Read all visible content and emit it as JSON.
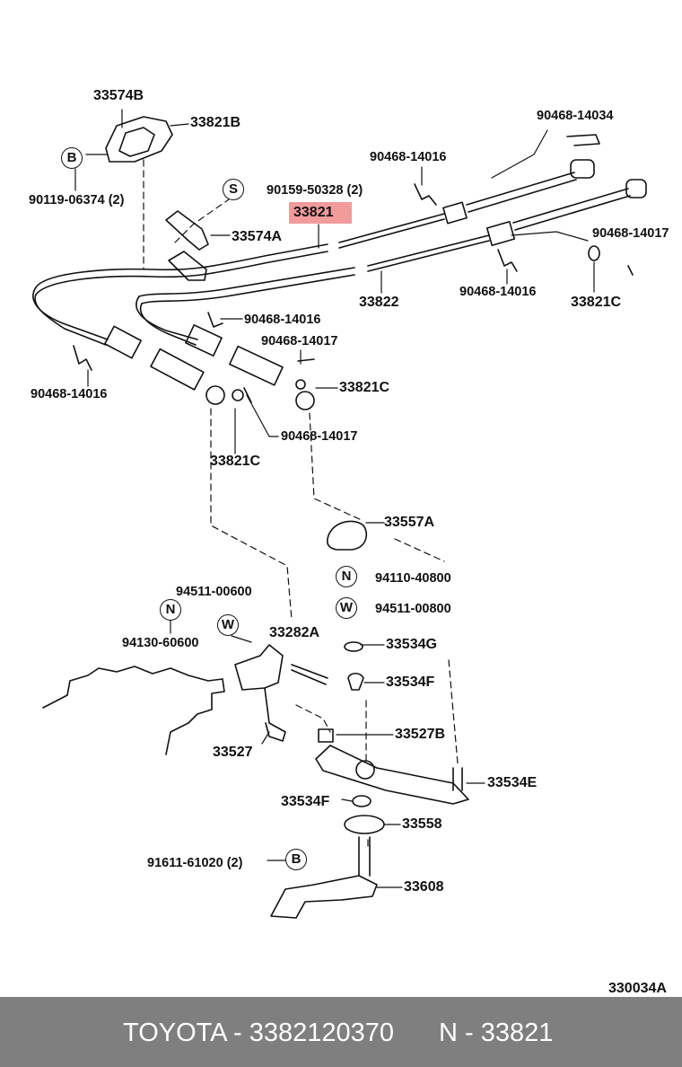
{
  "labels": {
    "p33574b": "33574B",
    "p33821b": "33821B",
    "p90468_14034": "90468-14034",
    "p90468_14016_top": "90468-14016",
    "p90119": "90119-06374 (2)",
    "p90159": "90159-50328 (2)",
    "p33821": "33821",
    "p33574a": "33574A",
    "p90468_14017_right": "90468-14017",
    "p33822": "33822",
    "p90468_14016_right": "90468-14016",
    "p33821c_right": "33821C",
    "p90468_14016_mid": "90468-14016",
    "p90468_14017_mid": "90468-14017",
    "p33821c_mid": "33821C",
    "p90468_14016_left": "90468-14016",
    "p90468_14017_low": "90468-14017",
    "p33821c_low": "33821C",
    "p33557a": "33557A",
    "p94110": "94110-40800",
    "p94511_00600": "94511-00600",
    "p94511_00800": "94511-00800",
    "p94130": "94130-60600",
    "p33282a": "33282A",
    "p33534g": "33534G",
    "p33534f_top": "33534F",
    "p33527b": "33527B",
    "p33527": "33527",
    "p33534e": "33534E",
    "p33534f_low": "33534F",
    "p33558": "33558",
    "p91611": "91611-61020 (2)",
    "p33608": "33608",
    "figure_id": "330034A"
  },
  "markers": {
    "b_top": "B",
    "s": "S",
    "n_right": "N",
    "w_right": "W",
    "n_left": "N",
    "w_left": "W",
    "b_bottom": "B"
  },
  "footer": {
    "left": "TOYOTA - 3382120370",
    "right": "N - 33821"
  },
  "colors": {
    "highlight": "#f08a8a",
    "footer_bg": "#7f7f7f",
    "footer_text": "#ffffff"
  }
}
